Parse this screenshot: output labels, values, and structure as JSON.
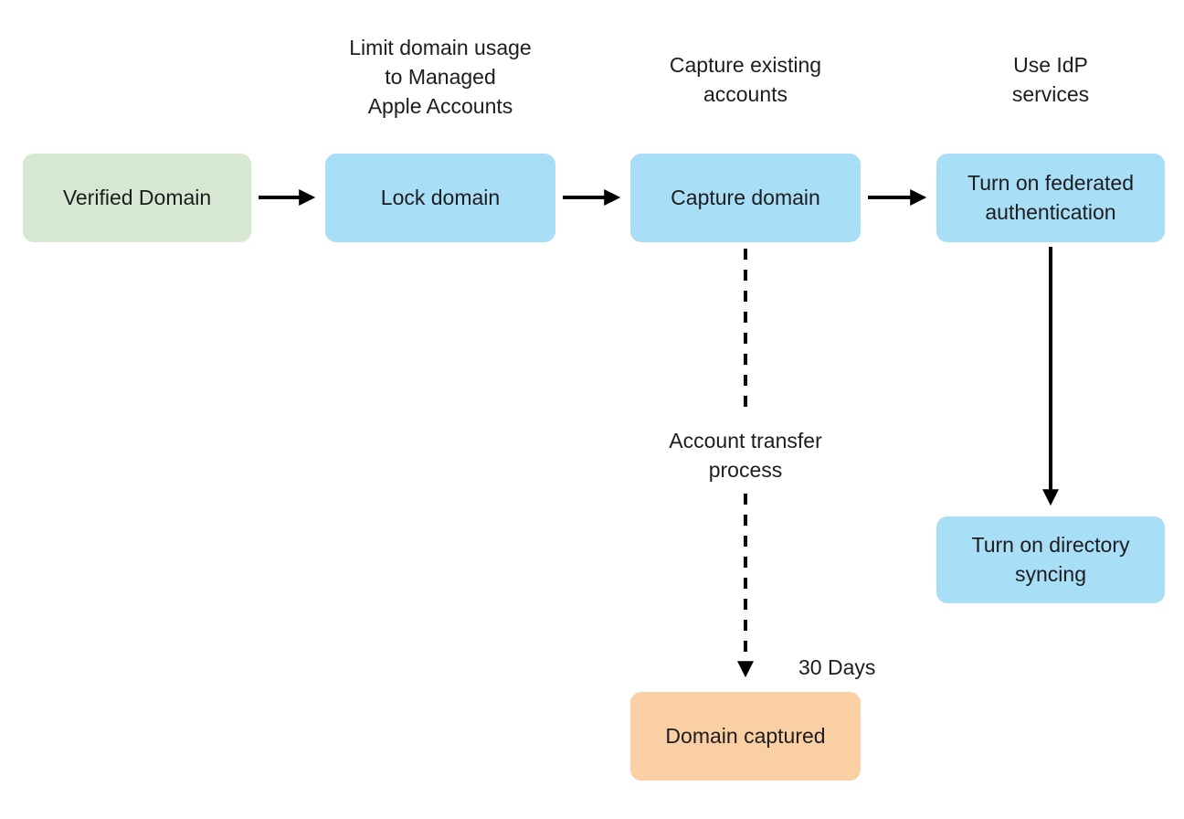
{
  "diagram": {
    "nodes": {
      "verified_domain": {
        "label": "Verified Domain",
        "fill": "#d7e8d2"
      },
      "lock_domain": {
        "label": "Lock domain",
        "fill": "#a9def7"
      },
      "capture_domain": {
        "label": "Capture domain",
        "fill": "#a9def7"
      },
      "federated_authentication": {
        "label": "Turn on federated\nauthentication",
        "fill": "#a9def7"
      },
      "directory_syncing": {
        "label": "Turn on directory\nsyncing",
        "fill": "#a9def7"
      },
      "domain_captured": {
        "label": "Domain captured",
        "fill": "#f9cfa3"
      }
    },
    "captions": {
      "lock_domain": "Limit domain usage\nto Managed\nApple Accounts",
      "capture_domain": "Capture existing\naccounts",
      "idp": "Use IdP\nservices",
      "transfer": "Account transfer\nprocess",
      "duration": "30 Days"
    },
    "colors": {
      "arrow": "#000000",
      "text": "#1d1d1f",
      "background": "#ffffff"
    }
  }
}
